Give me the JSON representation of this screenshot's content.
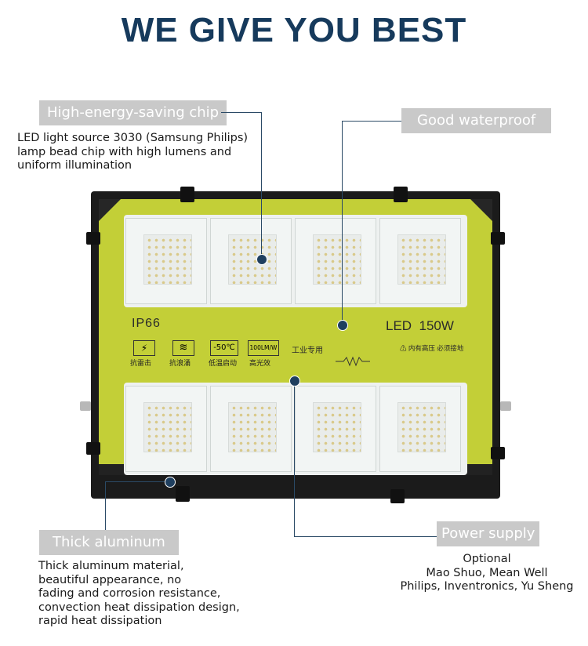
{
  "header": {
    "title": "WE GIVE YOU BEST"
  },
  "callouts": {
    "chip": {
      "label": "High-energy-saving chip",
      "desc": [
        "LED light source 3030 (Samsung Philips)",
        "lamp bead chip with high lumens and",
        "uniform illumination"
      ]
    },
    "waterproof": {
      "label": "Good waterproof"
    },
    "aluminum": {
      "label": "Thick aluminum",
      "desc": [
        "Thick aluminum material,",
        "beautiful appearance, no",
        "fading and corrosion resistance,",
        "convection heat dissipation design,",
        "rapid heat dissipation"
      ]
    },
    "power": {
      "label": "Power supply",
      "desc": [
        "Optional",
        "Mao Shuo, Mean Well",
        "Philips, Inventronics, Yu Sheng"
      ]
    }
  },
  "lamp": {
    "ip_rating": "IP66",
    "model": "LED  150W",
    "icons": [
      {
        "name": "lightning-icon",
        "symbol": "⚡",
        "label": "抗雷击"
      },
      {
        "name": "surge-icon",
        "symbol": "≋",
        "label": "抗浪涌"
      },
      {
        "name": "temperature-icon",
        "symbol": "-50℃",
        "label": "低温启动"
      },
      {
        "name": "lumen-icon",
        "symbol": "100LM/W",
        "label": "高光效"
      }
    ],
    "industrial_text": "工业专用",
    "warning_text": "⚠ 内有高压 必须接地"
  },
  "colors": {
    "title": "#163a5c",
    "tag": "#c9c9c9",
    "plate": "#c3cf37",
    "housing": "#1b1b1b"
  }
}
